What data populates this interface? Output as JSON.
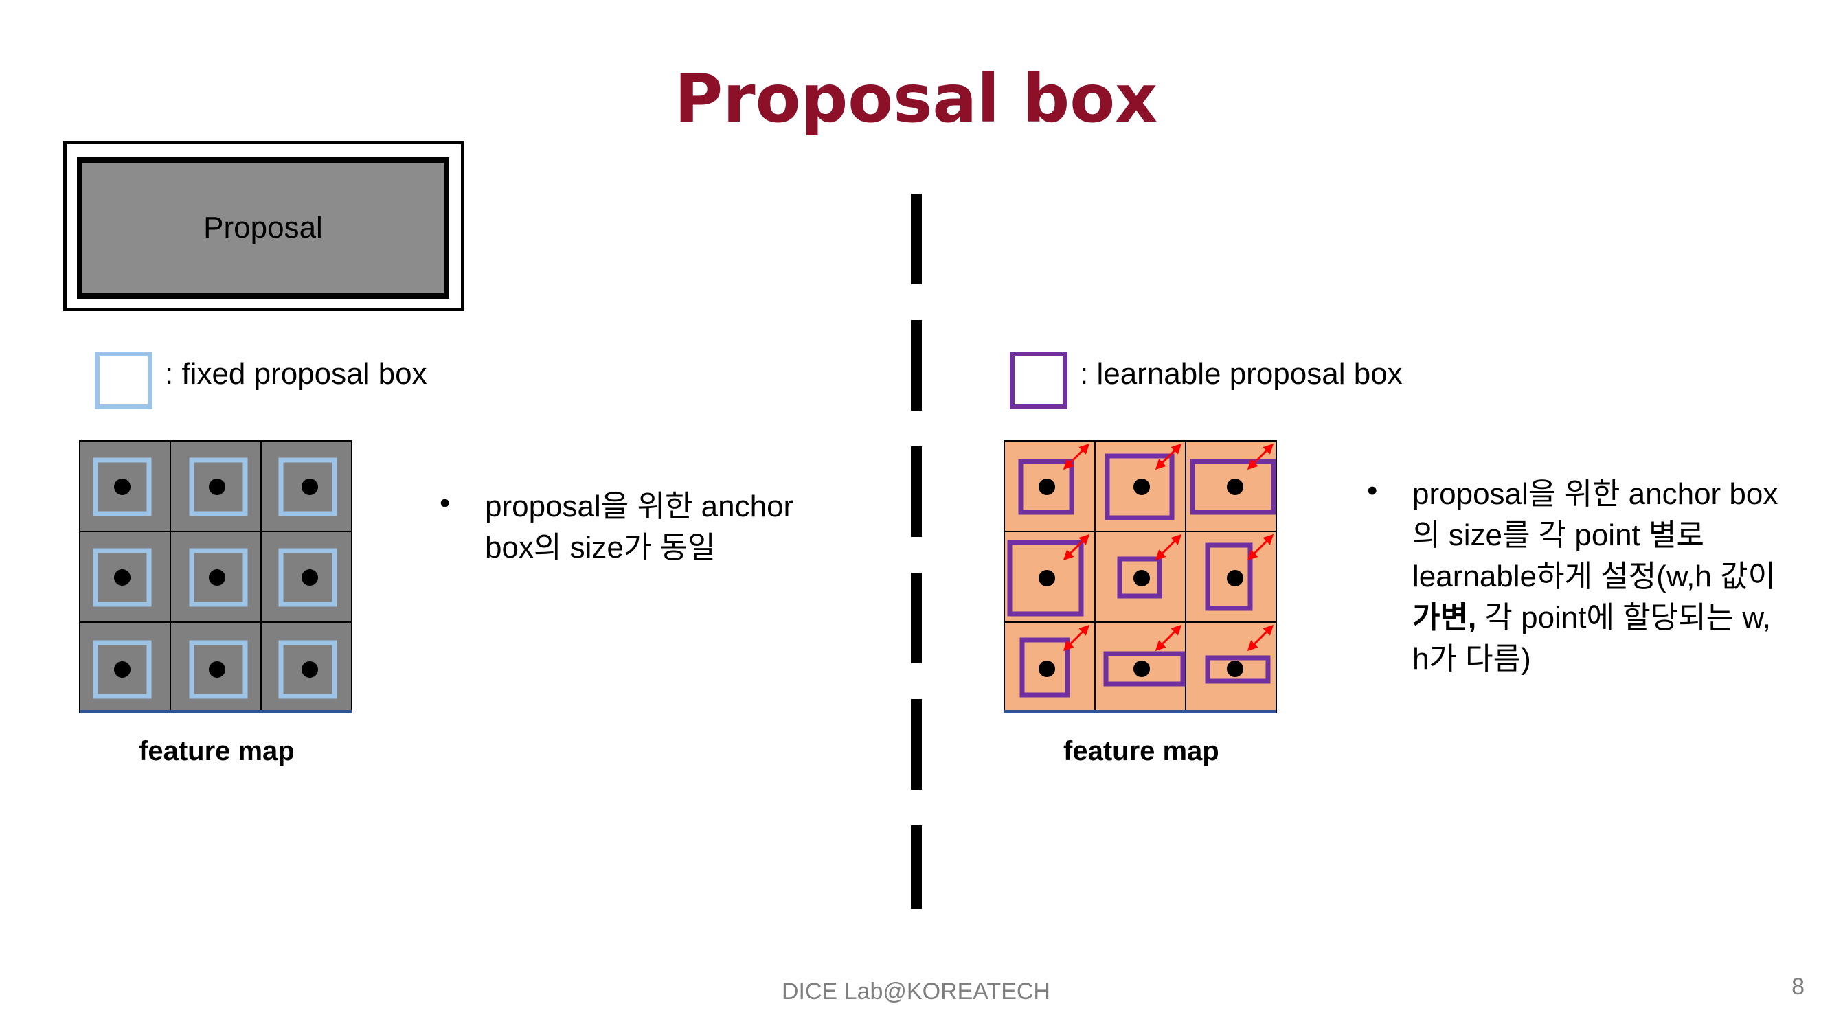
{
  "title": "Proposal box",
  "proposal_label": "Proposal",
  "left": {
    "legend_label": ": fixed proposal box",
    "caption": "feature map",
    "bullet": "proposal을 위한 anchor box의 size가 동일",
    "box_color": "#9dc3e6",
    "cell_color": "#808080"
  },
  "right": {
    "legend_label": ": learnable proposal box",
    "caption": "feature map",
    "bullet_part1": "proposal을 위한 anchor box의 size를 각 point 별로 learnable하게 설정(w,h 값이 ",
    "bullet_bold": "가변,",
    "bullet_part2": " 각 point에 할당되는 w, h가 다름)",
    "box_color": "#7030a0",
    "cell_color": "#f4b183",
    "arrow_color": "#ff0000"
  },
  "footer": "DICE Lab@KOREATECH",
  "page_number": "8"
}
